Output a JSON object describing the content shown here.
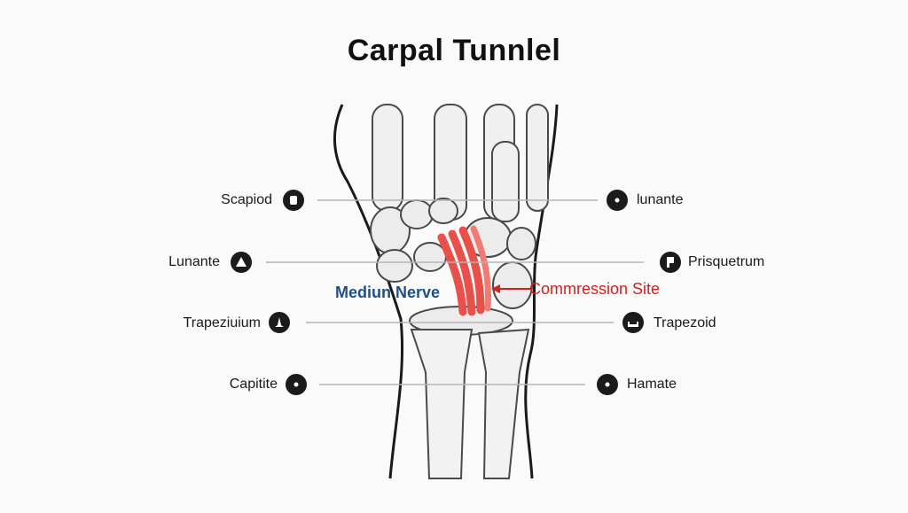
{
  "title": "Carpal Tunnlel",
  "left_labels": [
    "Scapiod",
    "Lunante",
    "Trapeziuium",
    "Capitite"
  ],
  "right_labels": [
    "lunante",
    "Prisquetrum",
    "Trapezoid",
    "Hamate"
  ],
  "nerve_label": "Mediun Nerve",
  "compression_label": "Commression Site",
  "colors": {
    "nerve": "#e9504a",
    "nerve_label": "#1f4e8c",
    "compression": "#d41f1f",
    "marker": "#1b1b1b"
  },
  "icons": {
    "left": [
      "rounded-square-icon",
      "triangle-icon",
      "bell-icon",
      "dot-icon"
    ],
    "right": [
      "dot-icon",
      "flag-icon",
      "dish-icon",
      "dot-icon"
    ]
  }
}
